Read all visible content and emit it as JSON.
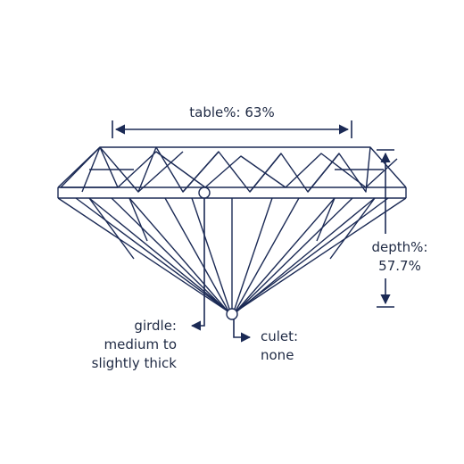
{
  "colors": {
    "line": "#1b2a55",
    "text": "#1f2a44",
    "background": "#ffffff"
  },
  "labels": {
    "table": "table%: 63%",
    "depth_line1": "depth%:",
    "depth_line2": "57.7%",
    "girdle_line1": "girdle:",
    "girdle_line2": "medium to",
    "girdle_line3": "slightly thick",
    "culet_line1": "culet:",
    "culet_line2": "none"
  }
}
